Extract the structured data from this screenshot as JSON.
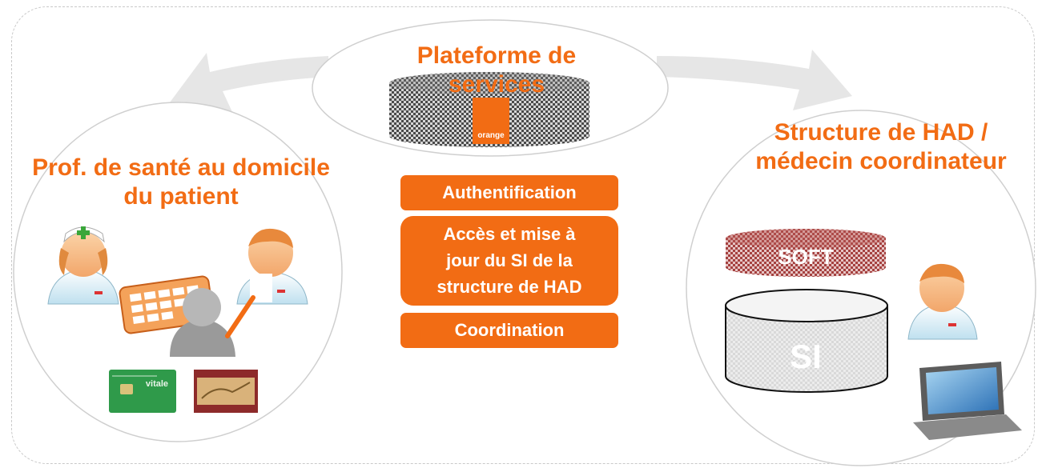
{
  "center": {
    "title": "Plateforme de services",
    "logo": "orange",
    "pills": [
      "Authentification",
      "Accès et mise à jour du SI de la structure de HAD",
      "Coordination"
    ]
  },
  "left": {
    "title": "Prof. de santé au domicile du patient",
    "card_text": "vitale"
  },
  "right": {
    "title": "Structure de HAD / médecin coordinateur",
    "soft_label": "SOFT",
    "si_label": "SI"
  },
  "colors": {
    "accent": "#f26c14",
    "arrow": "#e6e6e6",
    "circle": "#cfcfcf"
  }
}
